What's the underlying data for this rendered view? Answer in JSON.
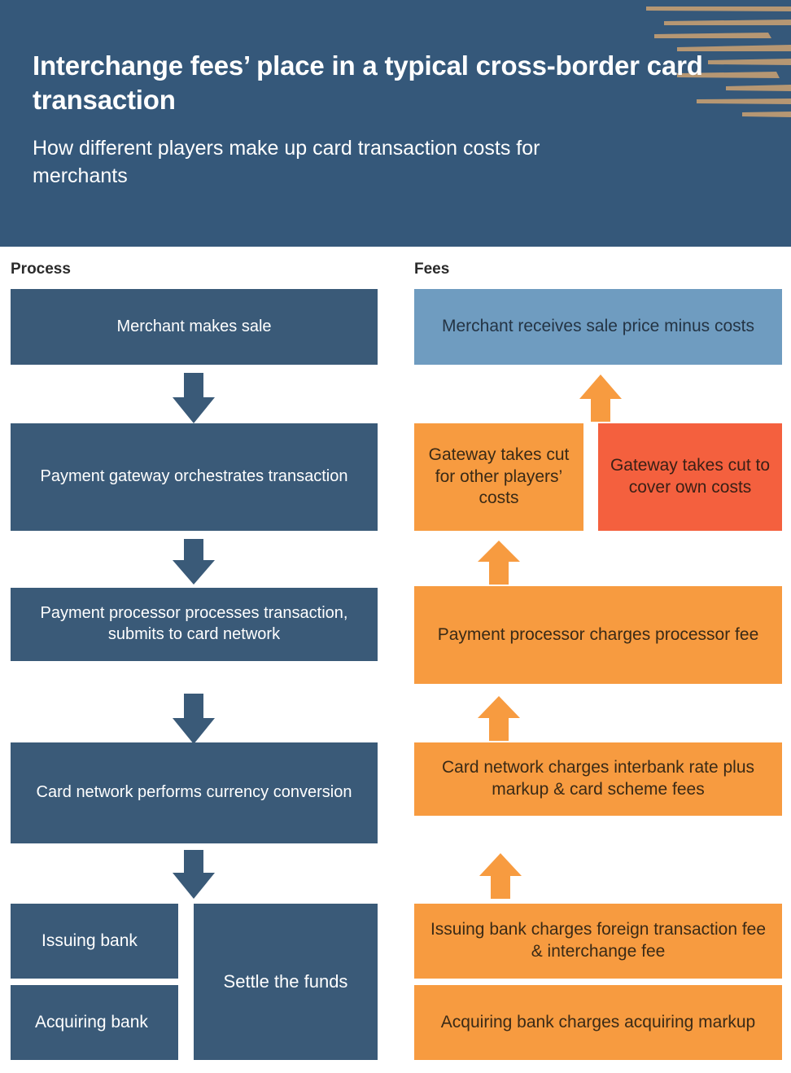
{
  "header": {
    "title": "Interchange fees’ place in a typical cross-border card transaction",
    "subtitle": "How different players make up card transaction costs for merchants",
    "background_color": "#35587a",
    "decoration": "tapered-horizontal-lines",
    "decoration_color": "#b69773"
  },
  "columns": {
    "process_label": "Process",
    "fees_label": "Fees"
  },
  "colors": {
    "dark_blue": "#3a5a78",
    "light_blue": "#6f9cc0",
    "orange": "#f79b40",
    "red": "#f4603e",
    "header_blue": "#35587a",
    "decor_tan": "#b69773"
  },
  "process_steps": [
    {
      "id": "merchant-makes-sale",
      "label": "Merchant makes sale",
      "color": "#3a5a78"
    },
    {
      "id": "payment-gateway-orchestrates",
      "label": "Payment gateway orchestrates transaction",
      "color": "#3a5a78"
    },
    {
      "id": "payment-processor-processes",
      "label": "Payment processor processes transaction, submits to card network",
      "color": "#3a5a78"
    },
    {
      "id": "card-network-conversion",
      "label": "Card network performs currency conversion",
      "color": "#3a5a78"
    },
    {
      "id": "issuing-bank",
      "label": "Issuing bank",
      "color": "#3a5a78"
    },
    {
      "id": "acquiring-bank",
      "label": "Acquiring bank",
      "color": "#3a5a78"
    },
    {
      "id": "settle-the-funds",
      "label": "Settle the funds",
      "color": "#3a5a78"
    }
  ],
  "fee_steps": [
    {
      "id": "merchant-receives-sale-price",
      "label": "Merchant receives sale price minus costs",
      "color": "#6f9cc0"
    },
    {
      "id": "gateway-cut-other-players",
      "label": "Gateway takes cut for other players’ costs",
      "color": "#f79b40"
    },
    {
      "id": "gateway-cut-own-costs",
      "label": "Gateway takes cut to cover own costs",
      "color": "#f4603e"
    },
    {
      "id": "processor-fee",
      "label": "Payment processor charges processor fee",
      "color": "#f79b40"
    },
    {
      "id": "card-network-interbank",
      "label": "Card network charges interbank rate plus markup & card scheme fees",
      "color": "#f79b40"
    },
    {
      "id": "issuing-bank-fees",
      "label": "Issuing bank charges foreign transaction fee & interchange fee",
      "color": "#f79b40"
    },
    {
      "id": "acquiring-bank-markup",
      "label": "Acquiring bank charges acquiring markup",
      "color": "#f79b40"
    }
  ],
  "arrows": {
    "process_direction": "down",
    "process_color": "#3a5a78",
    "fees_direction": "up",
    "fees_color": "#f79b40",
    "process_count": 4,
    "fees_count": 4
  }
}
